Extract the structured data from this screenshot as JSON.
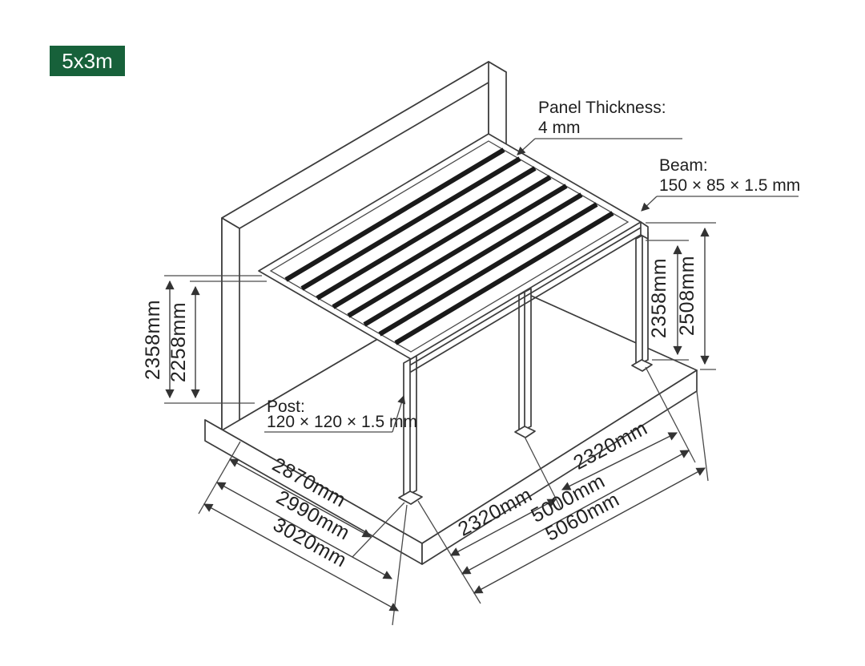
{
  "badge": {
    "label": "5x3m"
  },
  "annotations": {
    "panel": {
      "title": "Panel Thickness:",
      "value": "4 mm"
    },
    "beam": {
      "title": "Beam:",
      "value": "150 × 85 × 1.5 mm"
    },
    "post": {
      "title": "Post:",
      "value": "120 × 120 × 1.5 mm"
    }
  },
  "dimensions": {
    "wall_height": "2358mm",
    "clearance_height": "2258mm",
    "post_height": "2358mm",
    "total_height": "2508mm",
    "depth_clear": "2870mm",
    "depth_mid": "2990mm",
    "depth_total": "3020mm",
    "bay_left": "2320mm",
    "bay_right": "2320mm",
    "width_mid": "5000mm",
    "width_total": "5060mm"
  },
  "colors": {
    "badge": "#17613A",
    "lines": "#3c3c3c",
    "panel_strip": "#1a1a1a"
  }
}
